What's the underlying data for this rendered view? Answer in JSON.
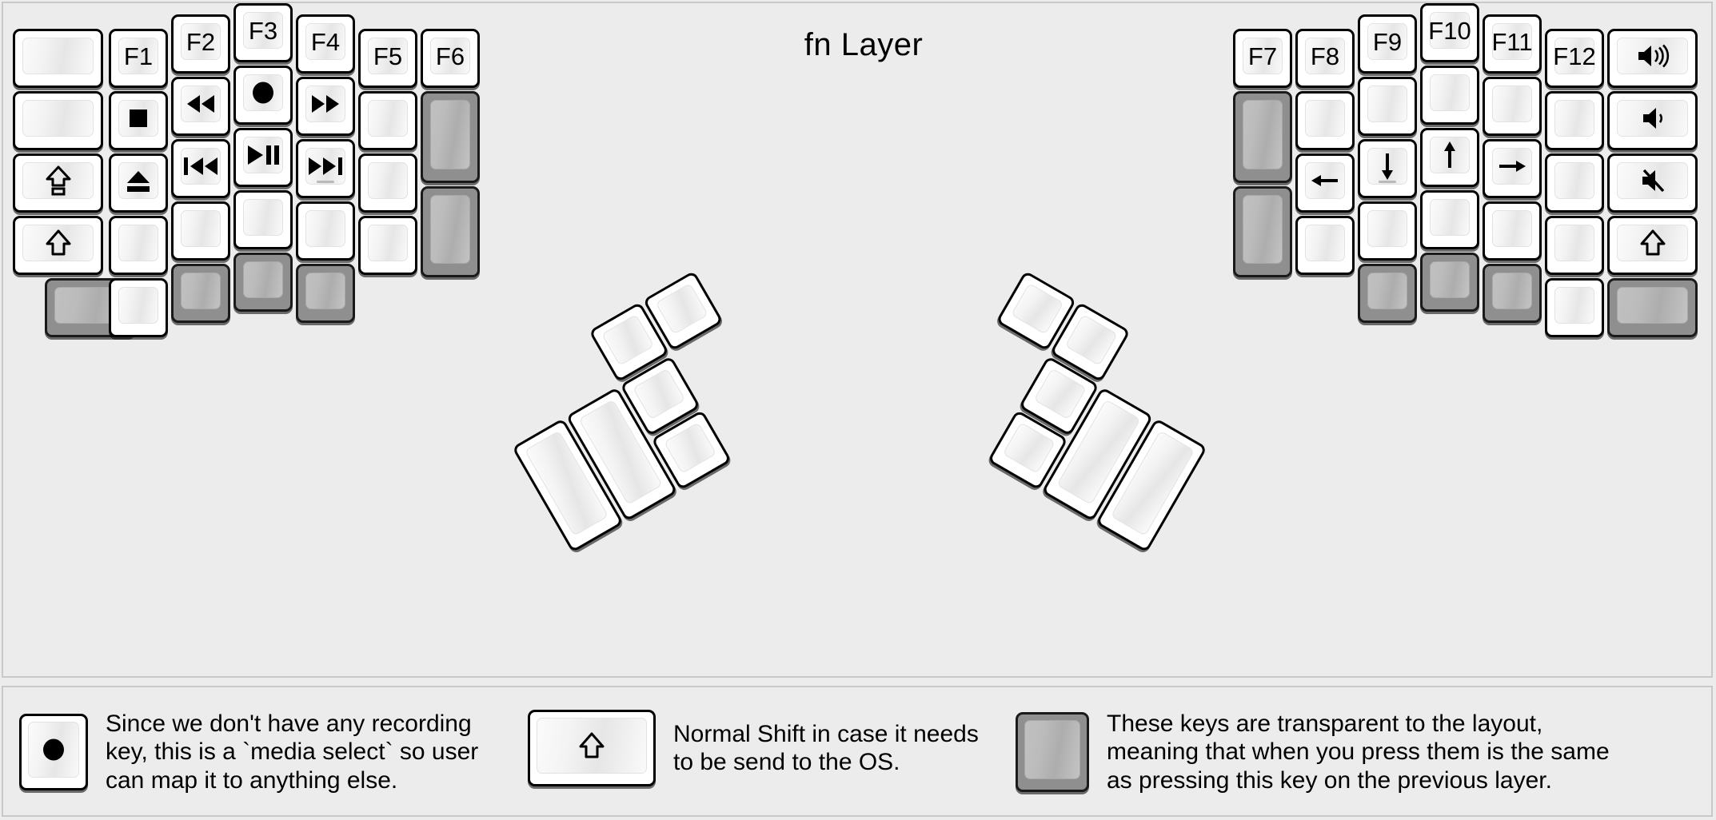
{
  "title": "fn Layer",
  "colors": {
    "background": "#ececec",
    "key_face": "#ffffff",
    "key_border": "#000000",
    "transparent_key": "#8f8f8f",
    "transparent_cap": "#b5b5b5",
    "label": "#000000"
  },
  "left_half": {
    "name": "left-keyboard-half",
    "columns": [
      {
        "name": "col-outer-left",
        "keys": [
          {
            "label": "",
            "icon": "",
            "type": "normal"
          },
          {
            "label": "",
            "icon": "",
            "type": "normal"
          },
          {
            "label": "",
            "icon": "caps-lock-icon",
            "type": "normal"
          },
          {
            "label": "",
            "icon": "shift-icon",
            "type": "normal"
          },
          {
            "label": "",
            "icon": "",
            "type": "transparent"
          }
        ]
      },
      {
        "name": "col-f1",
        "keys": [
          {
            "label": "F1",
            "icon": "",
            "type": "normal"
          },
          {
            "label": "",
            "icon": "stop-icon",
            "type": "normal"
          },
          {
            "label": "",
            "icon": "eject-icon",
            "type": "normal"
          },
          {
            "label": "",
            "icon": "",
            "type": "normal"
          },
          {
            "label": "",
            "icon": "",
            "type": "normal"
          }
        ]
      },
      {
        "name": "col-f2",
        "keys": [
          {
            "label": "F2",
            "icon": "",
            "type": "normal"
          },
          {
            "label": "",
            "icon": "rewind-icon",
            "type": "normal"
          },
          {
            "label": "",
            "icon": "previous-track-icon",
            "type": "normal"
          },
          {
            "label": "",
            "icon": "",
            "type": "normal"
          },
          {
            "label": "",
            "icon": "",
            "type": "transparent"
          }
        ]
      },
      {
        "name": "col-f3",
        "keys": [
          {
            "label": "F3",
            "icon": "",
            "type": "normal"
          },
          {
            "label": "",
            "icon": "record-icon",
            "type": "normal"
          },
          {
            "label": "",
            "icon": "play-pause-icon",
            "type": "normal"
          },
          {
            "label": "",
            "icon": "",
            "type": "normal"
          },
          {
            "label": "",
            "icon": "",
            "type": "transparent"
          }
        ]
      },
      {
        "name": "col-f4",
        "keys": [
          {
            "label": "F4",
            "icon": "",
            "type": "normal"
          },
          {
            "label": "",
            "icon": "fast-forward-icon",
            "type": "normal"
          },
          {
            "label": "",
            "icon": "next-track-icon",
            "type": "normal",
            "homing": true
          },
          {
            "label": "",
            "icon": "",
            "type": "normal"
          },
          {
            "label": "",
            "icon": "",
            "type": "transparent"
          }
        ]
      },
      {
        "name": "col-f5",
        "keys": [
          {
            "label": "F5",
            "icon": "",
            "type": "normal"
          },
          {
            "label": "",
            "icon": "",
            "type": "normal"
          },
          {
            "label": "",
            "icon": "",
            "type": "normal"
          },
          {
            "label": "",
            "icon": "",
            "type": "normal"
          }
        ]
      },
      {
        "name": "col-f6",
        "keys": [
          {
            "label": "F6",
            "icon": "",
            "type": "normal"
          },
          {
            "label": "",
            "icon": "",
            "type": "transparent",
            "tall": true
          },
          {
            "label": "",
            "icon": "",
            "type": "transparent",
            "tall": true
          }
        ]
      }
    ]
  },
  "right_half": {
    "name": "right-keyboard-half",
    "columns": [
      {
        "name": "col-f7",
        "keys": [
          {
            "label": "F7",
            "icon": "",
            "type": "normal"
          },
          {
            "label": "",
            "icon": "",
            "type": "transparent",
            "tall": true
          },
          {
            "label": "",
            "icon": "",
            "type": "transparent",
            "tall": true
          }
        ]
      },
      {
        "name": "col-f8",
        "keys": [
          {
            "label": "F8",
            "icon": "",
            "type": "normal"
          },
          {
            "label": "",
            "icon": "",
            "type": "normal"
          },
          {
            "label": "",
            "icon": "arrow-left-icon",
            "type": "normal"
          },
          {
            "label": "",
            "icon": "",
            "type": "normal"
          }
        ]
      },
      {
        "name": "col-f9",
        "keys": [
          {
            "label": "F9",
            "icon": "",
            "type": "normal"
          },
          {
            "label": "",
            "icon": "",
            "type": "normal"
          },
          {
            "label": "",
            "icon": "arrow-down-icon",
            "type": "normal",
            "homing": true
          },
          {
            "label": "",
            "icon": "",
            "type": "normal"
          },
          {
            "label": "",
            "icon": "",
            "type": "transparent"
          }
        ]
      },
      {
        "name": "col-f10",
        "keys": [
          {
            "label": "F10",
            "icon": "",
            "type": "normal"
          },
          {
            "label": "",
            "icon": "",
            "type": "normal"
          },
          {
            "label": "",
            "icon": "arrow-up-icon",
            "type": "normal"
          },
          {
            "label": "",
            "icon": "",
            "type": "normal"
          },
          {
            "label": "",
            "icon": "",
            "type": "transparent"
          }
        ]
      },
      {
        "name": "col-f11",
        "keys": [
          {
            "label": "F11",
            "icon": "",
            "type": "normal"
          },
          {
            "label": "",
            "icon": "",
            "type": "normal"
          },
          {
            "label": "",
            "icon": "arrow-right-icon",
            "type": "normal"
          },
          {
            "label": "",
            "icon": "",
            "type": "normal"
          },
          {
            "label": "",
            "icon": "",
            "type": "transparent"
          }
        ]
      },
      {
        "name": "col-f12",
        "keys": [
          {
            "label": "F12",
            "icon": "",
            "type": "normal"
          },
          {
            "label": "",
            "icon": "",
            "type": "normal"
          },
          {
            "label": "",
            "icon": "",
            "type": "normal"
          },
          {
            "label": "",
            "icon": "",
            "type": "normal"
          },
          {
            "label": "",
            "icon": "",
            "type": "normal"
          }
        ]
      },
      {
        "name": "col-outer-right",
        "keys": [
          {
            "label": "",
            "icon": "volume-up-icon",
            "type": "normal"
          },
          {
            "label": "",
            "icon": "volume-down-icon",
            "type": "normal"
          },
          {
            "label": "",
            "icon": "mute-icon",
            "type": "normal"
          },
          {
            "label": "",
            "icon": "shift-icon",
            "type": "normal"
          },
          {
            "label": "",
            "icon": "",
            "type": "transparent"
          }
        ]
      }
    ]
  },
  "left_thumb": {
    "name": "left-thumb-cluster",
    "keys": [
      {
        "name": "thumb-key-big-1",
        "icon": "",
        "type": "normal",
        "size": "2u"
      },
      {
        "name": "thumb-key-big-2",
        "icon": "",
        "type": "normal",
        "size": "2u"
      },
      {
        "name": "thumb-key-small-1",
        "icon": "",
        "type": "normal",
        "size": "1u"
      },
      {
        "name": "thumb-key-small-2",
        "icon": "",
        "type": "normal",
        "size": "1u"
      },
      {
        "name": "thumb-key-small-3",
        "icon": "",
        "type": "normal",
        "size": "1u"
      },
      {
        "name": "thumb-key-small-4",
        "icon": "",
        "type": "normal",
        "size": "1u"
      }
    ]
  },
  "right_thumb": {
    "name": "right-thumb-cluster",
    "keys": [
      {
        "name": "thumb-key-big-1",
        "icon": "",
        "type": "normal",
        "size": "2u"
      },
      {
        "name": "thumb-key-big-2",
        "icon": "",
        "type": "normal",
        "size": "2u"
      },
      {
        "name": "thumb-key-small-1",
        "icon": "",
        "type": "normal",
        "size": "1u"
      },
      {
        "name": "thumb-key-small-2",
        "icon": "",
        "type": "normal",
        "size": "1u"
      },
      {
        "name": "thumb-key-small-3",
        "icon": "",
        "type": "normal",
        "size": "1u"
      },
      {
        "name": "thumb-key-small-4",
        "icon": "",
        "type": "normal",
        "size": "1u"
      }
    ]
  },
  "legend": {
    "items": [
      {
        "key_icon": "record-icon",
        "key_type": "normal",
        "text": "Since we don't have any recording\nkey, this is a `media select` so user\ncan map it to anything else."
      },
      {
        "key_icon": "shift-icon",
        "key_type": "normal",
        "text": "Normal Shift in case it needs\nto be send to the OS."
      },
      {
        "key_icon": "",
        "key_type": "transparent",
        "text": "These keys are transparent to the layout,\nmeaning that when you press them is the same\nas pressing this key on the previous layer."
      }
    ]
  }
}
